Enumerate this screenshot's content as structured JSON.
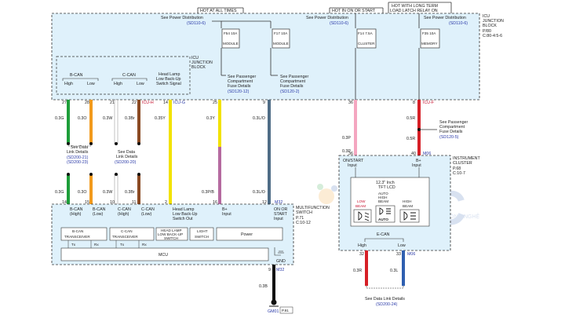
{
  "header": {
    "hot_at_all_times": "HOT AT ALL TIMES",
    "hot_in_on_start": "HOT IN ON OR START",
    "hot_with_long_term_1": "HOT WITH LONG TERM",
    "hot_with_long_term_2": "LOAD LATCH RELAY ON"
  },
  "icu_block": {
    "label_1": "ICU",
    "label_2": "JUNCTION",
    "label_3": "BLOCK",
    "ref_1": "P/80",
    "ref_2": "C:80-4:5-6",
    "power_dist_label": "See Power Distribution",
    "power_dist_ref": "(SD110-6)",
    "fuses": [
      {
        "label": "F54 10A",
        "name": "MODULE"
      },
      {
        "label": "F17 10A",
        "name": "MODULE"
      },
      {
        "label": "F14 7.5A",
        "name": "CLUSTER"
      },
      {
        "label": "F35 10A",
        "name": "MEMORY"
      }
    ]
  },
  "inner_block": {
    "label_1": "ICU",
    "label_2": "JUNCTION",
    "label_3": "BLOCK",
    "b_can": "B-CAN",
    "c_can": "C-CAN",
    "high": "High",
    "low": "Low",
    "head_lamp_1": "Head Lamp",
    "head_lamp_2": "Low Back-Up",
    "head_lamp_3": "Switch Signal"
  },
  "passenger_fuse": {
    "line1": "See Passenger",
    "line2": "Compartment",
    "line3": "Fuse Details",
    "ref_a": "(SD120-12)",
    "ref_b": "(SD120-2)",
    "ref_c": "(SD120-5)"
  },
  "pins_top": [
    "27",
    "28",
    "21",
    "22",
    "14",
    "25",
    "9",
    "36",
    "8"
  ],
  "conn_labels": {
    "icu_h": "ICU-H",
    "icu_g": "ICU-G",
    "icu_f": "ICU-F",
    "m32": "M32",
    "m06": "M06",
    "gm01": "GM01",
    "p91": "P.91"
  },
  "wires_top": [
    "0.3G",
    "0.3O",
    "0.3W",
    "0.3Br",
    "0.35Y",
    "0.3Y",
    "0.3L/O",
    "0.3P",
    "0.5R"
  ],
  "wires_bottom": [
    "0.3G",
    "0.3O",
    "0.3W",
    "0.3Br",
    "0.3P/B",
    "0.3L/O",
    "0.3P",
    "0.5R"
  ],
  "data_link": {
    "line1": "See Data",
    "line2": "Link Details",
    "ref_1a": "(SD200-21)",
    "ref_1b": "(SD200-23)",
    "ref_2": "(SD200-20)",
    "bottom_1": "See Data Link Details",
    "bottom_ref": "(SD200-24)"
  },
  "mfs": {
    "label_1": "MULTIFUNCTION",
    "label_2": "SWITCH",
    "ref_1": "P.71",
    "ref_2": "C:10-12",
    "pins": [
      "14",
      "15",
      "10",
      "11",
      "2",
      "16",
      "12",
      "9"
    ],
    "pin_labels": [
      {
        "l1": "B-CAN",
        "l2": "(High)"
      },
      {
        "l1": "B-CAN",
        "l2": "(Low)"
      },
      {
        "l1": "C-CAN",
        "l2": "(High)"
      },
      {
        "l1": "C-CAN",
        "l2": "(Low)"
      },
      {
        "l1": "Head Lamp",
        "l2": "Low Back-Up",
        "l3": "Switch Out"
      },
      {
        "l1": "B+",
        "l2": "Input"
      },
      {
        "l1": "ON OR",
        "l2": "START",
        "l3": "Input"
      }
    ],
    "bcan_tx": "B-CAN",
    "bcan_tx2": "TRANSCEIVER",
    "ccan_tx": "C-CAN",
    "ccan_tx2": "TRANSCEIVER",
    "hl_box_1": "HEAD LAMP",
    "hl_box_2": "LOW BACK-UP",
    "hl_box_3": "SWITCH",
    "light_1": "LIGHT",
    "light_2": "SWITCH",
    "power": "Power",
    "tx": "Tx",
    "rx": "Rx",
    "mcu": "MCU",
    "gnd": "GND",
    "gnd_pin": "9",
    "gnd_wire": "0.3B"
  },
  "cluster": {
    "label_1": "INSTRUMENT",
    "label_2": "CLUSTER",
    "ref_1": "P.68",
    "ref_2": "C:10-7",
    "pin_36": "36",
    "pin_40": "40",
    "on_start": "ON/START",
    "input": "Input",
    "b_plus": "B+",
    "lcd_1": "12.3\" Inch",
    "lcd_2": "TFT LCD",
    "low_beam_1": "LOW",
    "low_beam_2": "BEAM",
    "auto_1": "AUTO",
    "auto_2": "HIGH",
    "auto_3": "BEAM",
    "high_beam_1": "HIGH",
    "high_beam_2": "BEAM",
    "auto_icon": "AUTO",
    "ecan": "E-CAN",
    "high": "High",
    "low": "Low",
    "pin_32": "32",
    "pin_33": "33",
    "wire_r": "0.3R",
    "wire_l": "0.3L"
  },
  "watermark": {
    "brand": "FAC",
    "tagline": "CÔNG NGHỆ"
  },
  "colors": {
    "block_fill": "#dff1fb",
    "green": "#1e9e3a",
    "orange": "#f29a1c",
    "brown": "#8b4a23",
    "yellow": "#f2e200",
    "pink": "#f4a6c0",
    "red": "#d61f26",
    "blue": "#2f5fb0"
  }
}
